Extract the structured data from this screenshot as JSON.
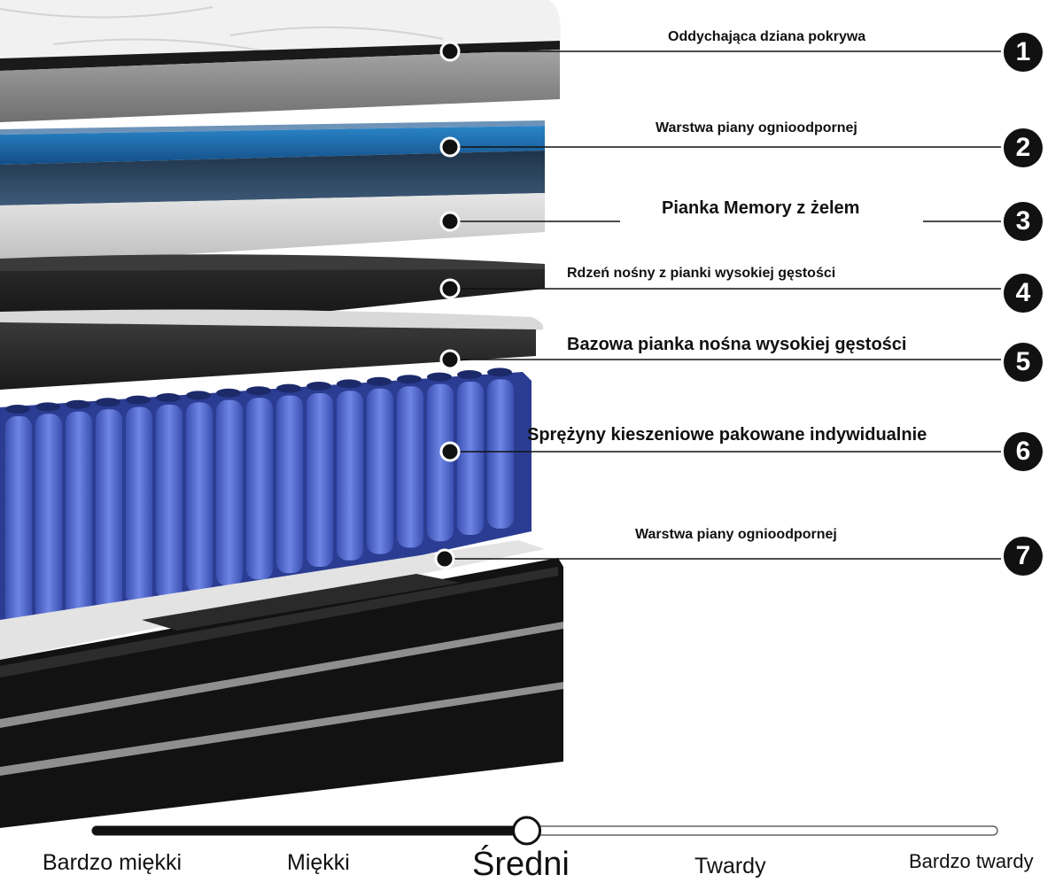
{
  "layers": [
    {
      "number": "1",
      "label": "Oddychająca dziana pokrywa"
    },
    {
      "number": "2",
      "label": "Warstwa piany ognioodpornej"
    },
    {
      "number": "3",
      "label": "Pianka Memory z żelem"
    },
    {
      "number": "4",
      "label": "Rdzeń nośny z pianki wysokiej gęstości"
    },
    {
      "number": "5",
      "label": "Bazowa pianka nośna wysokiej gęstości"
    },
    {
      "number": "6",
      "label": "Sprężyny kieszeniowe pakowane indywidualnie"
    },
    {
      "number": "7",
      "label": "Warstwa piany ognioodpornej"
    }
  ],
  "firmness": {
    "levels": [
      "Bardzo miękki",
      "Miękki",
      "Średni",
      "Twardy",
      "Bardzo twardy"
    ],
    "selected_index": 2,
    "slider_fraction": 0.48
  },
  "colors": {
    "cover": "#f1f1f1",
    "cover_side": "#8a8a8a",
    "blue_foam": "#1f6fb2",
    "grey_foam": "#d4d4d4",
    "black_foam": "#1c1c1c",
    "springs": "#4a62c9",
    "base": "#111111"
  }
}
